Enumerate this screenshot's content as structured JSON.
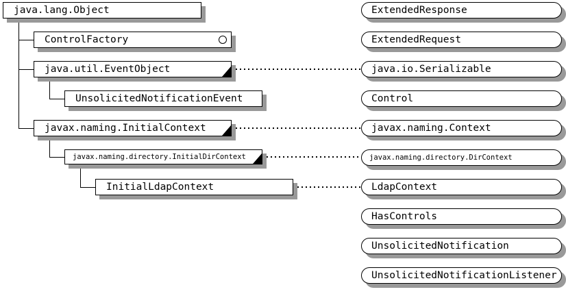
{
  "diagram": {
    "classes": [
      {
        "label": "java.lang.Object",
        "level": 0,
        "row": 0,
        "parent": null,
        "marker": "none",
        "small": false
      },
      {
        "label": "ControlFactory",
        "level": 1,
        "row": 1,
        "parent": 0,
        "marker": "circle",
        "small": false
      },
      {
        "label": "java.util.EventObject",
        "level": 1,
        "row": 2,
        "parent": 0,
        "marker": "triangle",
        "small": false
      },
      {
        "label": "UnsolicitedNotificationEvent",
        "level": 2,
        "row": 3,
        "parent": 2,
        "marker": "none",
        "small": false
      },
      {
        "label": "javax.naming.InitialContext",
        "level": 1,
        "row": 4,
        "parent": 0,
        "marker": "triangle",
        "small": false
      },
      {
        "label": "javax.naming.directory.InitialDirContext",
        "level": 2,
        "row": 5,
        "parent": 4,
        "marker": "triangle",
        "small": true
      },
      {
        "label": "InitialLdapContext",
        "level": 3,
        "row": 6,
        "parent": 5,
        "marker": "none",
        "small": false
      }
    ],
    "interfaces": [
      {
        "label": "ExtendedResponse",
        "row": 0,
        "small": false
      },
      {
        "label": "ExtendedRequest",
        "row": 1,
        "small": false
      },
      {
        "label": "java.io.Serializable",
        "row": 2,
        "small": false
      },
      {
        "label": "Control",
        "row": 3,
        "small": false
      },
      {
        "label": "javax.naming.Context",
        "row": 4,
        "small": false
      },
      {
        "label": "javax.naming.directory.DirContext",
        "row": 5,
        "small": true
      },
      {
        "label": "LdapContext",
        "row": 6,
        "small": false
      },
      {
        "label": "HasControls",
        "row": 7,
        "small": false
      },
      {
        "label": "UnsolicitedNotification",
        "row": 8,
        "small": false
      },
      {
        "label": "UnsolicitedNotificationListener",
        "row": 9,
        "small": false
      }
    ],
    "implements_links": [
      {
        "class": 2,
        "interface": 2
      },
      {
        "class": 4,
        "interface": 4
      },
      {
        "class": 5,
        "interface": 5
      },
      {
        "class": 6,
        "interface": 6
      }
    ],
    "colors": {
      "border": "#000000",
      "shadow": "#999999",
      "background": "#ffffff",
      "box_fill": "#ffffff"
    }
  }
}
